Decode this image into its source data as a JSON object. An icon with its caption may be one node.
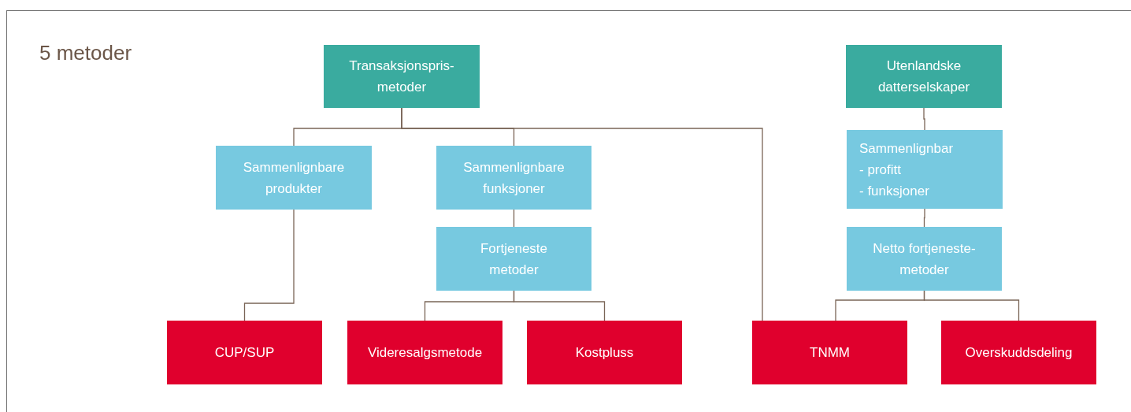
{
  "diagram": {
    "title": "5 metoder",
    "nodes": [
      {
        "text": [
          "Transaksjonspris-metoder"
        ]
      },
      {
        "text": [
          "Utenlandske datterselskaper"
        ]
      },
      {
        "text": [
          "Sammenlignbare produkter"
        ]
      },
      {
        "text": [
          "Sammenlignbare funksjoner"
        ]
      },
      {
        "text": [
          "Sammenlignbar",
          "- profitt",
          "- funksjoner"
        ]
      },
      {
        "text": [
          "Fortjeneste metoder"
        ]
      },
      {
        "text": [
          "Netto fortjeneste-metoder"
        ]
      },
      {
        "text": [
          "CUP/SUP"
        ]
      },
      {
        "text": [
          "Videresalgsmetode"
        ]
      },
      {
        "text": [
          "Kostpluss"
        ]
      },
      {
        "text": [
          "TNMM"
        ]
      },
      {
        "text": [
          "Overskuddsdeling"
        ]
      }
    ],
    "edges": [
      {
        "from": 0,
        "to": 2,
        "arrow": "none"
      },
      {
        "from": 0,
        "to": 3,
        "arrow": "none"
      },
      {
        "from": 0,
        "to": 10,
        "arrow": "none"
      },
      {
        "from": 2,
        "to": 7,
        "arrow": "none"
      },
      {
        "from": 3,
        "to": 5,
        "arrow": "none"
      },
      {
        "from": 5,
        "to": 8,
        "arrow": "none"
      },
      {
        "from": 5,
        "to": 9,
        "arrow": "none"
      },
      {
        "from": 1,
        "to": 4,
        "arrow": "none"
      },
      {
        "from": 4,
        "to": 6,
        "arrow": "none"
      },
      {
        "from": 6,
        "to": 10,
        "arrow": "none"
      },
      {
        "from": 6,
        "to": 11,
        "arrow": "none"
      }
    ]
  }
}
